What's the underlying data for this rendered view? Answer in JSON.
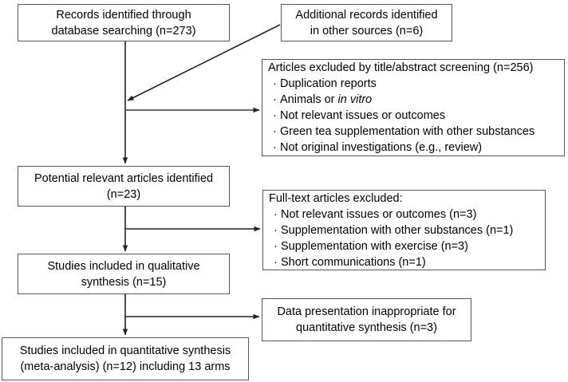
{
  "diagram": {
    "type": "prisma-flow-diagram",
    "stroke_color": "#555555",
    "text_color": "#000000",
    "background": "#ffffff",
    "boxes": {
      "records_identified": {
        "line1": "Records identified through",
        "line2": "database searching (n=273)"
      },
      "additional_records": {
        "line1": "Additional records identified",
        "line2": "in other sources (n=6)"
      },
      "title_abstract_excluded": {
        "heading": "Articles excluded by title/abstract screening (n=256)",
        "items": [
          "Duplication reports",
          "Animals or in vitro",
          "Not relevant issues or outcomes",
          "Green tea supplementation with other substances",
          "Not original investigations (e.g., review)"
        ],
        "italic_fragment": "in vitro"
      },
      "potential_relevant": {
        "line1": "Potential relevant articles identified",
        "line2": "(n=23)"
      },
      "fulltext_excluded": {
        "heading": "Full-text articles excluded:",
        "items": [
          "Not relevant issues or outcomes (n=3)",
          "Supplementation with other substances (n=1)",
          "Supplementation with exercise (n=3)",
          "Short communications (n=1)"
        ]
      },
      "qualitative_synthesis": {
        "line1": "Studies included in qualitative",
        "line2": "synthesis (n=15)"
      },
      "data_presentation_inappropriate": {
        "line1": "Data presentation inappropriate for",
        "line2": "quantitative synthesis (n=3)"
      },
      "quantitative_synthesis": {
        "line1": "Studies included in quantitative synthesis",
        "line2": "(meta-analysis) (n=12) including 13 arms"
      }
    },
    "bullet_glyph": "·"
  }
}
